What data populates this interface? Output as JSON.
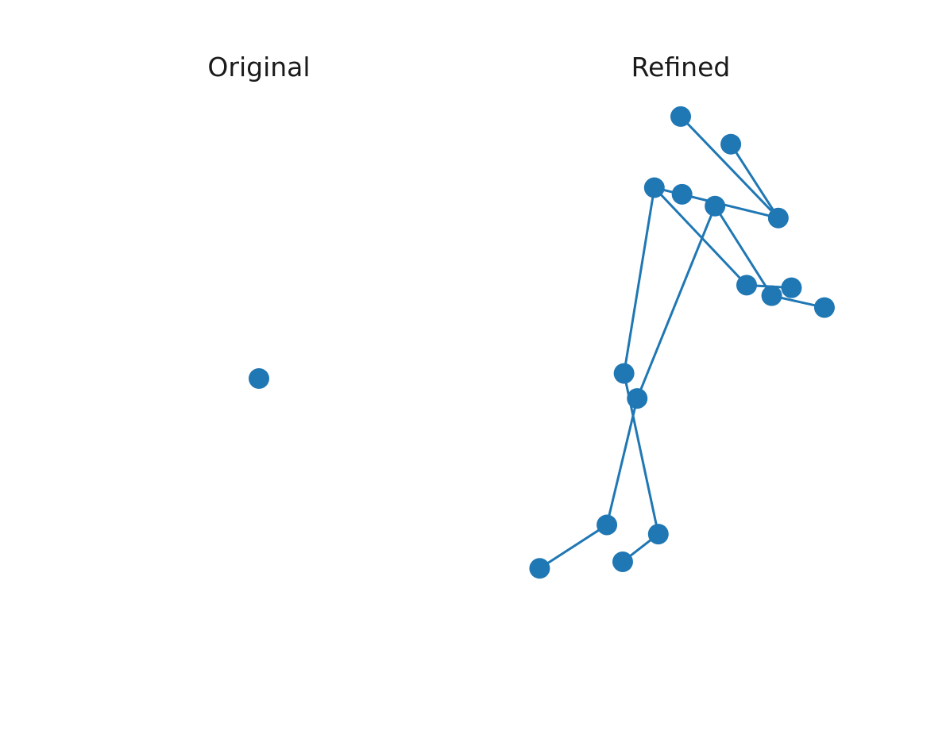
{
  "chart_data": [
    {
      "type": "scatter",
      "title": "Original",
      "marker_color": "#1f77b4",
      "line_color": "#1f77b4",
      "axes_visible": false,
      "points": [
        {
          "x": 0,
          "y": 0
        }
      ],
      "edges": []
    },
    {
      "type": "scatter",
      "title": "Refined",
      "marker_color": "#1f77b4",
      "line_color": "#1f77b4",
      "axes_visible": false,
      "points": [
        {
          "x": 0.0,
          "y": 3.32
        },
        {
          "x": 0.38,
          "y": 3.11
        },
        {
          "x": 0.74,
          "y": 2.55
        },
        {
          "x": -0.2,
          "y": 2.78
        },
        {
          "x": 0.01,
          "y": 2.73
        },
        {
          "x": 0.26,
          "y": 2.64
        },
        {
          "x": 0.5,
          "y": 2.04
        },
        {
          "x": 0.84,
          "y": 2.02
        },
        {
          "x": 0.69,
          "y": 1.96
        },
        {
          "x": 1.09,
          "y": 1.87
        },
        {
          "x": -0.43,
          "y": 1.37
        },
        {
          "x": -0.33,
          "y": 1.18
        },
        {
          "x": -0.56,
          "y": 0.22
        },
        {
          "x": -1.07,
          "y": -0.11
        },
        {
          "x": -0.17,
          "y": 0.15
        },
        {
          "x": -0.44,
          "y": -0.06
        }
      ],
      "edges": [
        [
          0,
          2
        ],
        [
          1,
          2
        ],
        [
          2,
          3
        ],
        [
          3,
          6
        ],
        [
          6,
          7
        ],
        [
          3,
          10
        ],
        [
          10,
          14
        ],
        [
          14,
          15
        ],
        [
          5,
          8
        ],
        [
          8,
          9
        ],
        [
          5,
          11
        ],
        [
          11,
          12
        ],
        [
          12,
          13
        ]
      ]
    }
  ]
}
